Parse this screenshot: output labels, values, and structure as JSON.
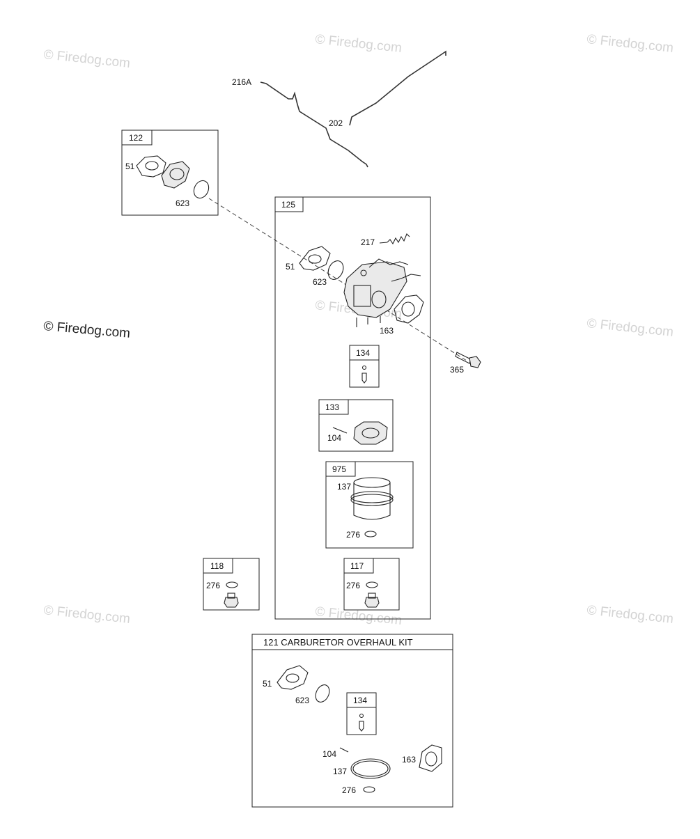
{
  "watermark": {
    "text": "© Firedog.com",
    "prominent_text": "© Firedog.com"
  },
  "rods": {
    "rod_216A_label": "216A",
    "rod_202_label": "202"
  },
  "box_122": {
    "number": "122",
    "labels": {
      "gasket": "51",
      "oring": "623"
    }
  },
  "box_125": {
    "number": "125",
    "labels": {
      "spring": "217",
      "gasket": "51",
      "oring": "623",
      "carb_gasket": "163",
      "bolt": "365"
    },
    "sub_134": {
      "number": "134"
    },
    "sub_133": {
      "number": "133",
      "pin_label": "104"
    },
    "sub_975": {
      "number": "975",
      "bowl_label": "137",
      "oring_label": "276"
    },
    "sub_117": {
      "number": "117",
      "oring_label": "276"
    }
  },
  "box_118": {
    "number": "118",
    "oring_label": "276"
  },
  "kit_121": {
    "title": "121 CARBURETOR OVERHAUL KIT",
    "labels": {
      "gasket": "51",
      "oring": "623",
      "pin": "104",
      "bowl_gasket": "137",
      "carb_gasket": "163",
      "small_oring": "276"
    },
    "sub_134": {
      "number": "134"
    }
  }
}
